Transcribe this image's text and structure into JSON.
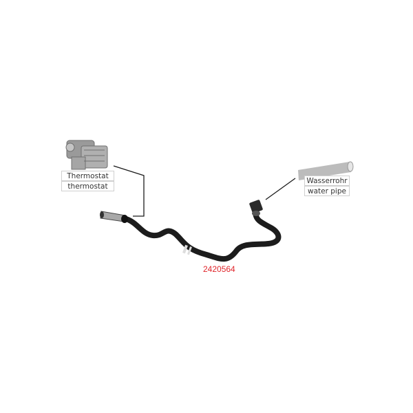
{
  "part_number": "2420564",
  "labels": {
    "thermostat_de": "Thermostat",
    "thermostat_en": "thermostat",
    "water_pipe_de": "Wasserrohr",
    "water_pipe_en": "water pipe"
  },
  "colors": {
    "part_number": "#e0242a",
    "hose": "#1c1c1c",
    "leader": "#1a1a1a"
  }
}
